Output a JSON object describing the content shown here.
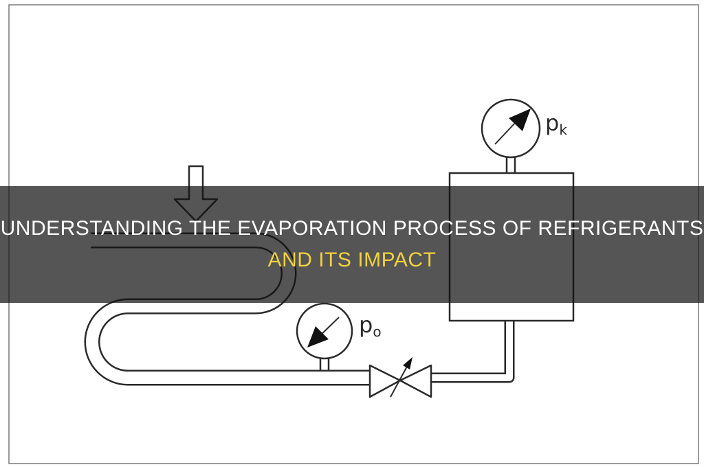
{
  "diagram": {
    "label_condenser_pressure": "p",
    "label_condenser_pressure_sub": "k",
    "label_evaporator_pressure": "p",
    "label_evaporator_pressure_sub": "o",
    "icons": [
      "pressure-gauge-icon",
      "expansion-valve-icon",
      "heat-input-arrow-icon"
    ]
  },
  "banner": {
    "title_line_1": "UNDERSTANDING THE EVAPORATION PROCESS OF REFRIGERANTS",
    "title_line_2": "AND ITS IMPACT"
  },
  "colors": {
    "overlay": "#141414",
    "title_primary": "#ffffff",
    "title_accent": "#f1d13f"
  }
}
